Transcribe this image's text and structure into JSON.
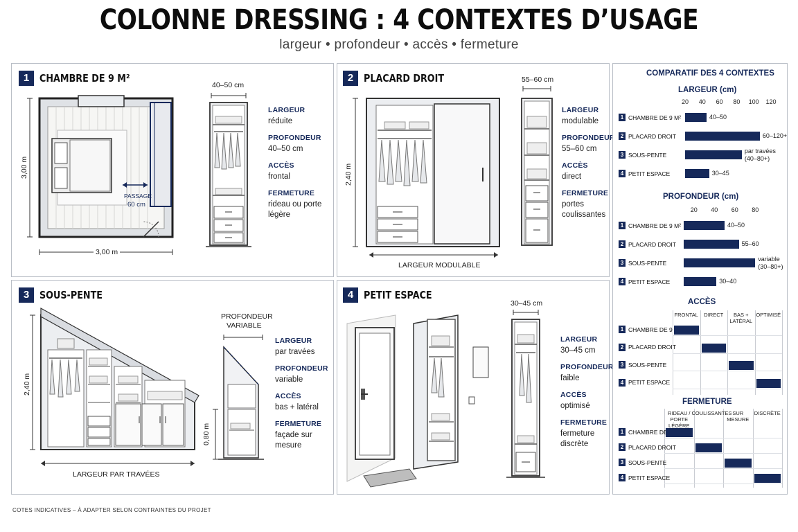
{
  "header": {
    "title": "COLONNE DRESSING : 4 CONTEXTES D’USAGE",
    "subtitle": "largeur • profondeur • accès • fermeture"
  },
  "panels": [
    {
      "num": "1",
      "title": "CHAMBRE DE 9 M²",
      "dims": {
        "height": "3,00 m",
        "width": "3,00 m",
        "passage_l1": "PASSAGE",
        "passage_l2": "60 cm",
        "column_width": "40–50 cm"
      },
      "specs": [
        {
          "key": "LARGEUR",
          "value": "réduite"
        },
        {
          "key": "PROFONDEUR",
          "value": "40–50 cm"
        },
        {
          "key": "ACCÈS",
          "value": "frontal"
        },
        {
          "key": "FERMETURE",
          "value": "rideau ou porte légère"
        }
      ]
    },
    {
      "num": "2",
      "title": "PLACARD DROIT",
      "dims": {
        "height": "2,40 m",
        "width": "LARGEUR MODULABLE",
        "column_width": "55–60 cm"
      },
      "specs": [
        {
          "key": "LARGEUR",
          "value": "modulable"
        },
        {
          "key": "PROFONDEUR",
          "value": "55–60 cm"
        },
        {
          "key": "ACCÈS",
          "value": "direct"
        },
        {
          "key": "FERMETURE",
          "value": "portes coulissantes"
        }
      ]
    },
    {
      "num": "3",
      "title": "SOUS-PENTE",
      "dims": {
        "height": "2,40 m",
        "low_height": "0,80 m",
        "width": "LARGEUR PAR TRAVÉES",
        "depth_l1": "PROFONDEUR",
        "depth_l2": "VARIABLE"
      },
      "specs": [
        {
          "key": "LARGEUR",
          "value": "par travées"
        },
        {
          "key": "PROFONDEUR",
          "value": "variable"
        },
        {
          "key": "ACCÈS",
          "value": "bas + latéral"
        },
        {
          "key": "FERMETURE",
          "value": "façade sur mesure"
        }
      ]
    },
    {
      "num": "4",
      "title": "PETIT ESPACE",
      "dims": {
        "column_width": "30–45 cm"
      },
      "specs": [
        {
          "key": "LARGEUR",
          "value": "30–45 cm"
        },
        {
          "key": "PROFONDEUR",
          "value": "faible"
        },
        {
          "key": "ACCÈS",
          "value": "optimisé"
        },
        {
          "key": "FERMETURE",
          "value": "fermeture discrète"
        }
      ]
    }
  ],
  "comparison": {
    "title": "COMPARATIF DES 4 CONTEXTES",
    "rows": [
      "CHAMBRE DE 9 M²",
      "PLACARD DROIT",
      "SOUS-PENTE",
      "PETIT ESPACE"
    ]
  },
  "chart_data": [
    {
      "type": "bar",
      "title": "LARGEUR (cm)",
      "xticks": [
        20,
        40,
        60,
        80,
        100,
        120
      ],
      "xlim": [
        20,
        120
      ],
      "categories": [
        "CHAMBRE DE 9 M²",
        "PLACARD DROIT",
        "SOUS-PENTE",
        "PETIT ESPACE"
      ],
      "ranges": [
        [
          20,
          45
        ],
        [
          20,
          107
        ],
        [
          20,
          86
        ],
        [
          20,
          48
        ]
      ],
      "labels": [
        "40–50",
        "60–120+",
        "par travées (40–80+)",
        "30–45"
      ]
    },
    {
      "type": "bar",
      "title": "PROFONDEUR (cm)",
      "xticks": [
        20,
        40,
        60,
        80
      ],
      "xlim": [
        10,
        90
      ],
      "categories": [
        "CHAMBRE DE 9 M²",
        "PLACARD DROIT",
        "SOUS-PENTE",
        "PETIT ESPACE"
      ],
      "ranges": [
        [
          10,
          50
        ],
        [
          10,
          64
        ],
        [
          10,
          80
        ],
        [
          10,
          42
        ]
      ],
      "labels": [
        "40–50",
        "55–60",
        "variable (30–80+)",
        "30–40"
      ]
    },
    {
      "type": "table",
      "title": "ACCÈS",
      "columns": [
        "FRONTAL",
        "DIRECT",
        "BAS + LATÉRAL",
        "OPTIMISÉ"
      ],
      "categories": [
        "CHAMBRE DE 9 M²",
        "PLACARD DROIT",
        "SOUS-PENTE",
        "PETIT ESPACE"
      ],
      "selected": [
        0,
        1,
        2,
        3
      ]
    },
    {
      "type": "table",
      "title": "FERMETURE",
      "columns": [
        "RIDEAU / PORTE LÉGÈRE",
        "COULISSANTES",
        "SUR MESURE",
        "DISCRÈTE"
      ],
      "categories": [
        "CHAMBRE DE 9 M²",
        "PLACARD DROIT",
        "SOUS-PENTE",
        "PETIT ESPACE"
      ],
      "selected": [
        0,
        1,
        2,
        3
      ]
    }
  ],
  "footer": "COTES INDICATIVES – À ADAPTER SELON CONTRAINTES DU PROJET",
  "colors": {
    "navy": "#16295a",
    "line": "#333333",
    "light": "#eef0f3"
  }
}
